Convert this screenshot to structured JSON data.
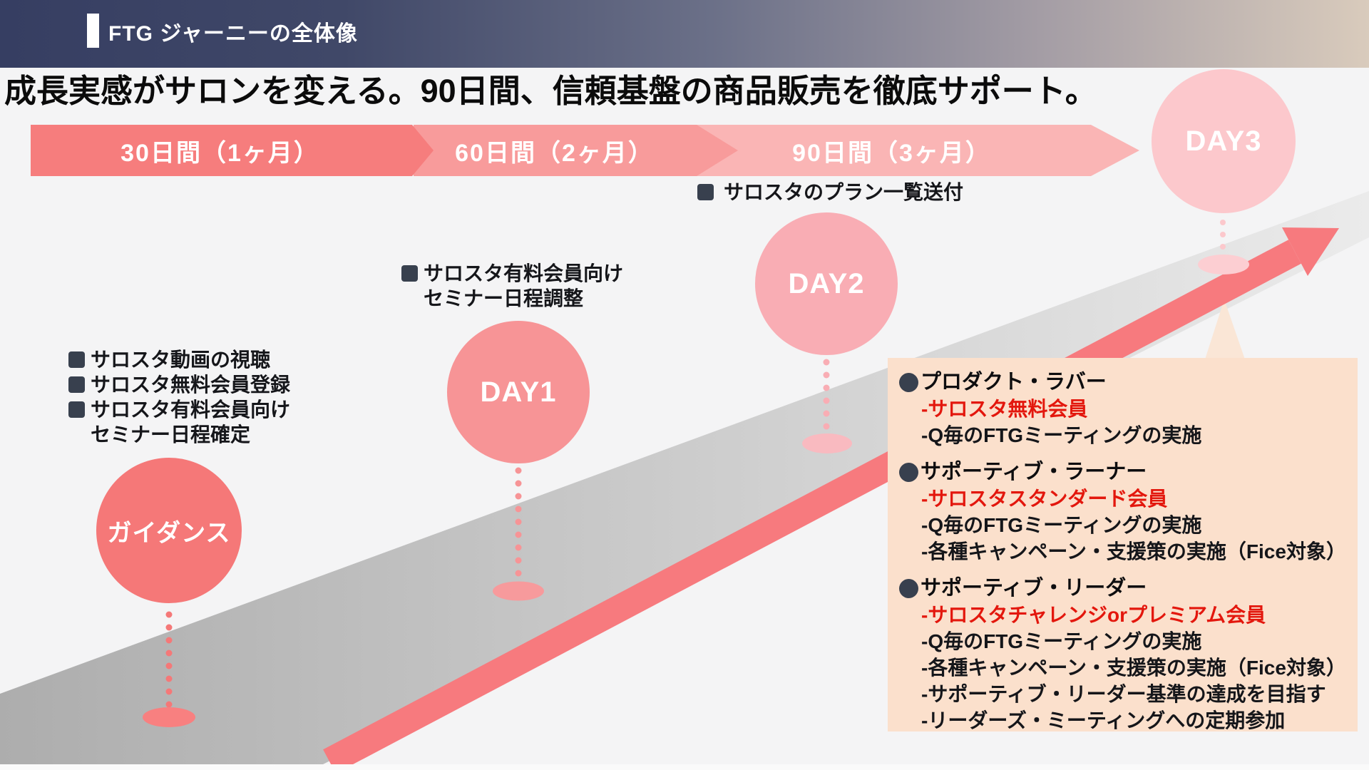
{
  "header": {
    "title": "FTG ジャーニーの全体像"
  },
  "headline": "成長実感がサロンを変える。90日間、信頼基盤の商品販売を徹底サポート。",
  "banner": {
    "segments": [
      {
        "label": "30日間（1ヶ月）",
        "color": "#f67d7d"
      },
      {
        "label": "60日間（2ヶ月）",
        "color": "#f89b9b"
      },
      {
        "label": "90日間（3ヶ月）",
        "color": "#fab5b5"
      }
    ]
  },
  "milestones": [
    {
      "label": "ガイダンス",
      "color": "#f57878",
      "shadow": "#f88080"
    },
    {
      "label": "DAY1",
      "color": "#f79496",
      "shadow": "#f79a9c"
    },
    {
      "label": "DAY2",
      "color": "#f9adb4",
      "shadow": "#f9bac0"
    },
    {
      "label": "DAY3",
      "color": "#fcc8cc",
      "shadow": "#fcced2"
    }
  ],
  "notes": [
    {
      "name": "guidance-note",
      "lines": [
        {
          "bullet": true,
          "text": "サロスタ動画の視聴"
        },
        {
          "bullet": true,
          "text": "サロスタ無料会員登録"
        },
        {
          "bullet": true,
          "text": "サロスタ有料会員向け"
        },
        {
          "bullet": false,
          "text": "セミナー日程確定"
        }
      ]
    },
    {
      "name": "day1-note",
      "lines": [
        {
          "bullet": true,
          "text": "サロスタ有料会員向け"
        },
        {
          "bullet": false,
          "text": "セミナー日程調整"
        }
      ]
    },
    {
      "name": "day2-note",
      "lines": [
        {
          "bullet": true,
          "text": "サロスタのプラン一覧送付"
        }
      ]
    }
  ],
  "callout": {
    "sections": [
      {
        "title": "プロダクト・ラバー",
        "items": [
          {
            "text": "-サロスタ無料会員",
            "red": true
          },
          {
            "text": "-Q毎のFTGミーティングの実施",
            "red": false
          }
        ]
      },
      {
        "title": "サポーティブ・ラーナー",
        "items": [
          {
            "text": "-サロスタスタンダード会員",
            "red": true
          },
          {
            "text": "-Q毎のFTGミーティングの実施",
            "red": false
          },
          {
            "text": "-各種キャンペーン・支援策の実施（Fice対象）",
            "red": false
          }
        ]
      },
      {
        "title": "サポーティブ・リーダー",
        "items": [
          {
            "text": "-サロスタチャレンジorプレミアム会員",
            "red": true
          },
          {
            "text": "-Q毎のFTGミーティングの実施",
            "red": false
          },
          {
            "text": "-各種キャンペーン・支援策の実施（Fice対象）",
            "red": false
          },
          {
            "text": "-サポーティブ・リーダー基準の達成を目指す",
            "red": false
          },
          {
            "text": "-リーダーズ・ミーティングへの定期参加",
            "red": false
          }
        ]
      }
    ]
  },
  "icons": {
    "section_bullet": "dark-circle",
    "note_bullet": "dark-rounded-square",
    "journey_arrow": "up-right-arrow"
  },
  "colors": {
    "header_from": "#363e62",
    "header_to": "#d9cbbc",
    "accent_red": "#e3170d",
    "arrow": "#f77a7e",
    "road_from": "#adadad",
    "road_to": "#ebebeb",
    "callout_bg": "#fbe0cc",
    "pointer_bg": "#fae6d6",
    "bullet_dark": "#38404e"
  }
}
